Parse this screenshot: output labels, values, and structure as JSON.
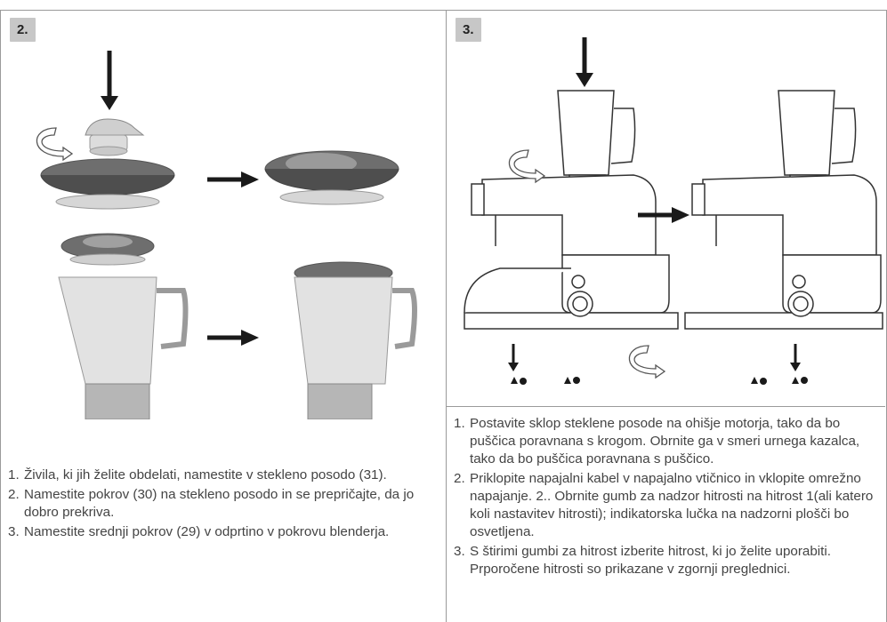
{
  "left_panel": {
    "badge": "2.",
    "steps": [
      {
        "num": "1.",
        "text": "Živila, ki jih želite obdelati, namestite v stekleno posodo (31)."
      },
      {
        "num": "2.",
        "text": "Namestite pokrov (30) na stekleno posodo in se prepričajte, da jo dobro prekriva."
      },
      {
        "num": "3.",
        "text": "Namestite srednji pokrov (29) v odprtino v pokrovu blenderja."
      }
    ]
  },
  "right_panel": {
    "badge": "3.",
    "steps": [
      {
        "num": "1.",
        "text": "Postavite sklop steklene posode na ohišje motorja, tako da bo puščica poravnana s krogom. Obrnite ga v smeri urnega kazalca, tako da bo puščica poravnana s puščico."
      },
      {
        "num": "2.",
        "text": "Priklopite napajalni kabel v napajalno vtičnico in vklopite omrežno napajanje. 2.. Obrnite gumb za nadzor hitrosti na hitrost 1(ali katero koli nastavitev hitrosti); indikatorska lučka na nadzorni plošči bo osvetljena."
      },
      {
        "num": "3.",
        "text": "S štirimi gumbi za hitrost izberite hitrost, ki jo želite uporabiti. Prporočene hitrosti so prikazane v zgornji preglednici."
      }
    ]
  },
  "colors": {
    "badge_bg": "#c7c7c7",
    "border": "#9a9a9a",
    "text": "#444444"
  }
}
